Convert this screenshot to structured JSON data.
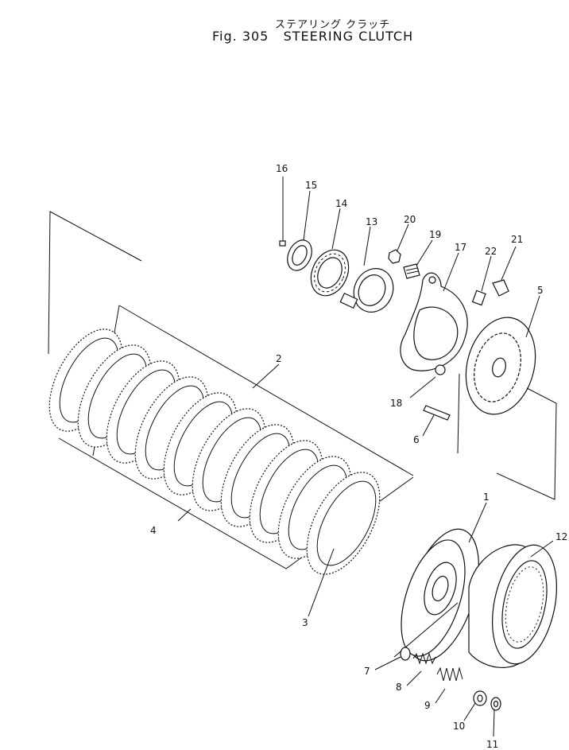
{
  "figure": {
    "title_jp": "ステアリング クラッチ",
    "fig_label": "Fig. 305",
    "title_en": "STEERING CLUTCH"
  },
  "callouts": {
    "c1": "1",
    "c2": "2",
    "c3": "3",
    "c4": "4",
    "c5": "5",
    "c6": "6",
    "c7": "7",
    "c8": "8",
    "c9": "9",
    "c10": "10",
    "c11": "11",
    "c12": "12",
    "c13": "13",
    "c14": "14",
    "c15": "15",
    "c16": "16",
    "c17": "17",
    "c18": "18",
    "c19": "19",
    "c20": "20",
    "c21": "21",
    "c22": "22"
  }
}
